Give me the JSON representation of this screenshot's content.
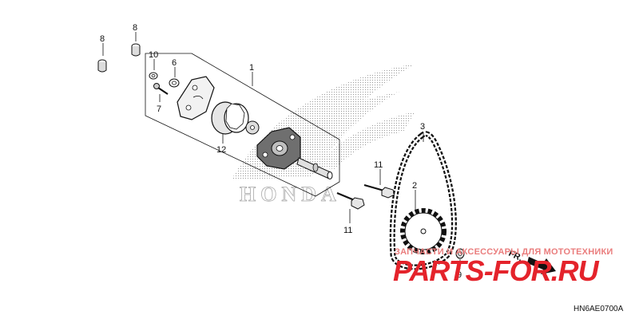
{
  "diagram": {
    "part_numbers": {
      "p1": "1",
      "p2": "2",
      "p3": "3",
      "p6": "6",
      "p7": "7",
      "p8a": "8",
      "p8b": "8",
      "p9": "9",
      "p10": "10",
      "p11a": "11",
      "p11b": "11",
      "p12": "12"
    },
    "diagram_code": "HN6AE0700A",
    "front_marker": "FR.",
    "background_logo_text": "HONDA"
  },
  "watermark": {
    "tagline": "ЗАПЧАСТИ И АКСЕССУАРЫ ДЛЯ МОТОТЕХНИКИ",
    "brand": "PARTS-FOR.RU"
  },
  "colors": {
    "ink": "#111111",
    "watermark_red": "#e4232b",
    "logo_dots": "#8a8a8a"
  }
}
